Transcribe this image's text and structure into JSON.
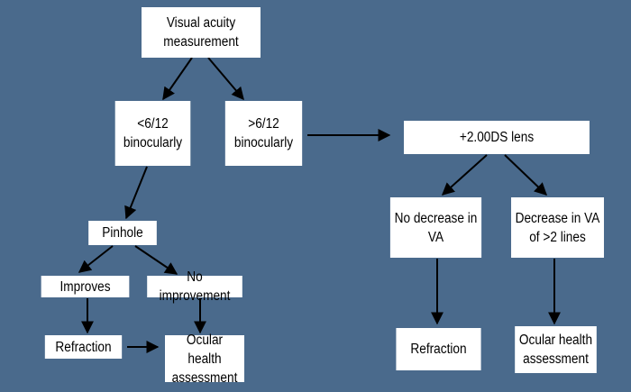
{
  "flowchart": {
    "nodes": {
      "visual_acuity": [
        "Visual acuity",
        "measurement"
      ],
      "lt_6_12": [
        "<6/12",
        "binocularly"
      ],
      "gt_6_12": [
        ">6/12",
        "binocularly"
      ],
      "lens": [
        "+2.00DS lens"
      ],
      "pinhole": [
        "Pinhole"
      ],
      "improves": [
        "Improves"
      ],
      "no_improvement": [
        "No improvement"
      ],
      "refraction_left": [
        "Refraction"
      ],
      "ocular_left": [
        "Ocular health",
        "assessment"
      ],
      "no_decrease": [
        "No decrease in",
        "VA"
      ],
      "decrease": [
        "Decrease in VA",
        "of >2 lines"
      ],
      "refraction_right": [
        "Refraction"
      ],
      "ocular_right": [
        "Ocular health",
        "assessment"
      ]
    }
  },
  "colors": {
    "background": "#4a6a8c",
    "box": "#ffffff",
    "arrow": "#000000"
  }
}
